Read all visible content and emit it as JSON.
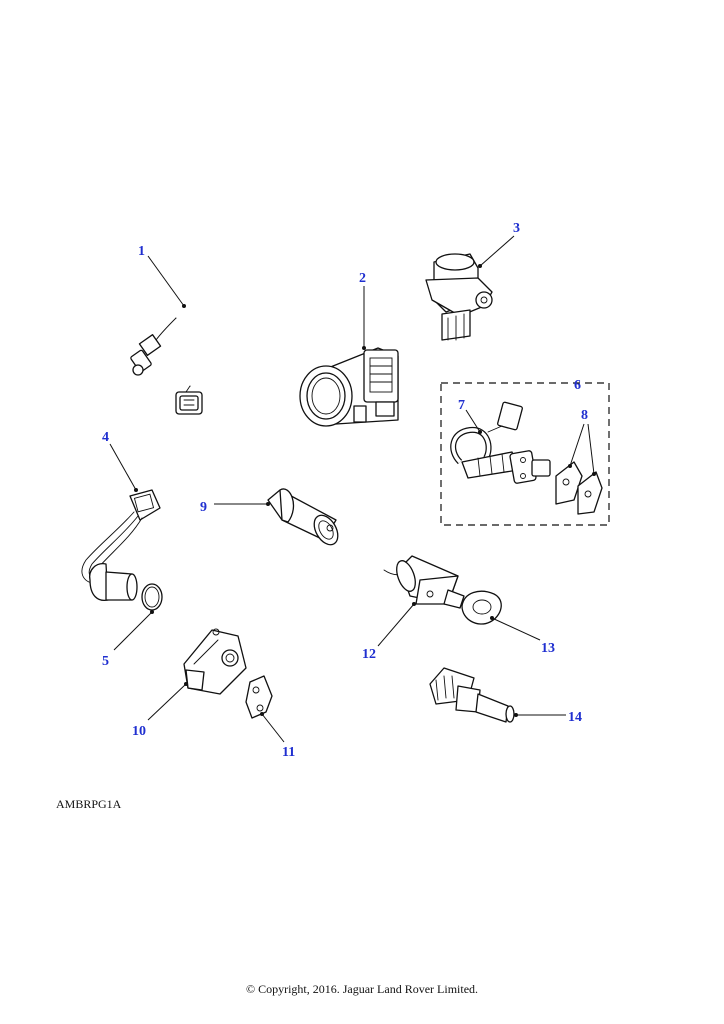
{
  "diagram": {
    "figure_code": "AMBRPG1A",
    "copyright": "© Copyright, 2016. Jaguar Land Rover Limited.",
    "callouts": [
      "1",
      "2",
      "3",
      "4",
      "5",
      "6",
      "7",
      "8",
      "9",
      "10",
      "11",
      "12",
      "13",
      "14"
    ],
    "colors": {
      "callout": "#1f2fd0",
      "line": "#111111",
      "background": "#ffffff"
    }
  }
}
